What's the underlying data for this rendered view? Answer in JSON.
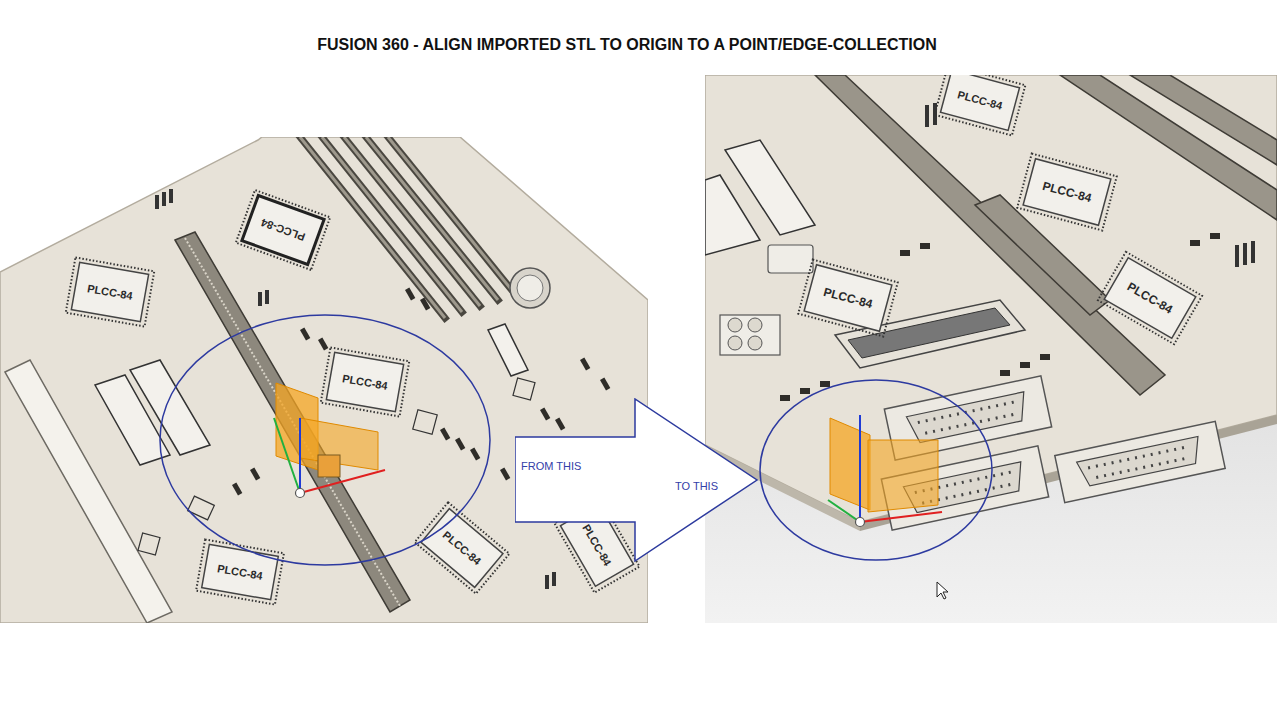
{
  "diagram": {
    "title": "FUSION 360 - ALIGN IMPORTED STL TO ORIGIN TO A POINT/EDGE-COLLECTION",
    "nodes": [
      {
        "text": [
          "FROM THIS",
          "TO THIS"
        ]
      }
    ],
    "labels": [
      "PLCC-84",
      "PLCC-84",
      "PLCC-84",
      "PLCC-84",
      "PLCC-84",
      "PLCC-84",
      "PLCC-84",
      "PLCC-84",
      "PLCC-84",
      "PLCC-84"
    ]
  }
}
